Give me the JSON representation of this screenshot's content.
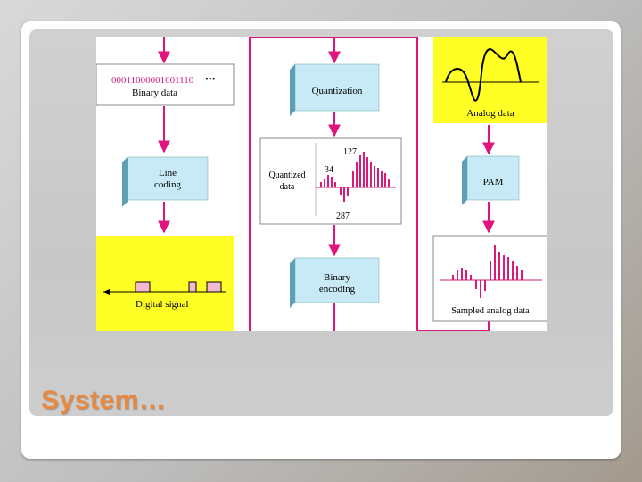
{
  "slide": {
    "title": "System…"
  },
  "diagram": {
    "binary_box": {
      "bits": "00011000001001110",
      "ellipsis": "•••",
      "label": "Binary data"
    },
    "line_coding": {
      "line1": "Line",
      "line2": "coding"
    },
    "digital_box": {
      "label": "Digital signal"
    },
    "quantization": {
      "label": "Quantization"
    },
    "quantized_box": {
      "label1": "Quantized",
      "label2": "data",
      "top_value": "127",
      "mid_value": "34",
      "bottom_value": "287"
    },
    "binary_encoding": {
      "line1": "Binary",
      "line2": "encoding"
    },
    "analog_box": {
      "label": "Analog data"
    },
    "pam": {
      "label": "PAM"
    },
    "sampled_box": {
      "label": "Sampled analog data"
    },
    "colors": {
      "wire": "#e0147c",
      "yellow": "#ffff26",
      "block_face": "#c8eaf6",
      "block_side": "#5f9fb5",
      "signal": "#d81b7a"
    }
  }
}
